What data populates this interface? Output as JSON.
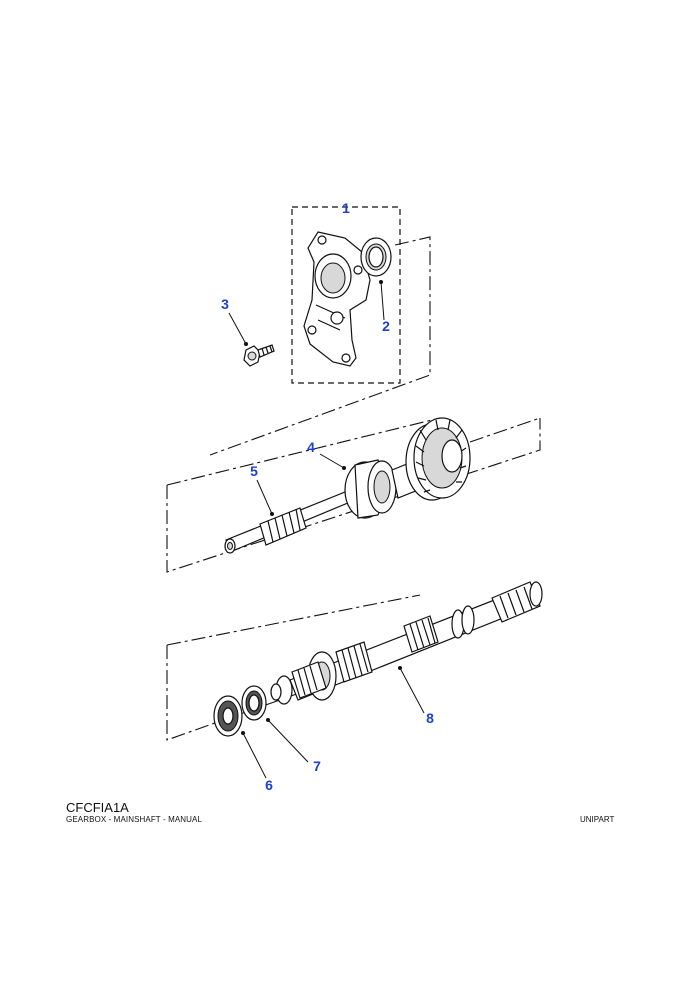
{
  "callouts": {
    "c1": "1",
    "c2": "2",
    "c3": "3",
    "c4": "4",
    "c5": "5",
    "c6": "6",
    "c7": "7",
    "c8": "8"
  },
  "footer": {
    "code": "CFCFIA1A",
    "description": "GEARBOX - MAINSHAFT - MANUAL",
    "brand": "UNIPART"
  },
  "colors": {
    "callout": "#1a3fd6",
    "line": "#111111"
  }
}
